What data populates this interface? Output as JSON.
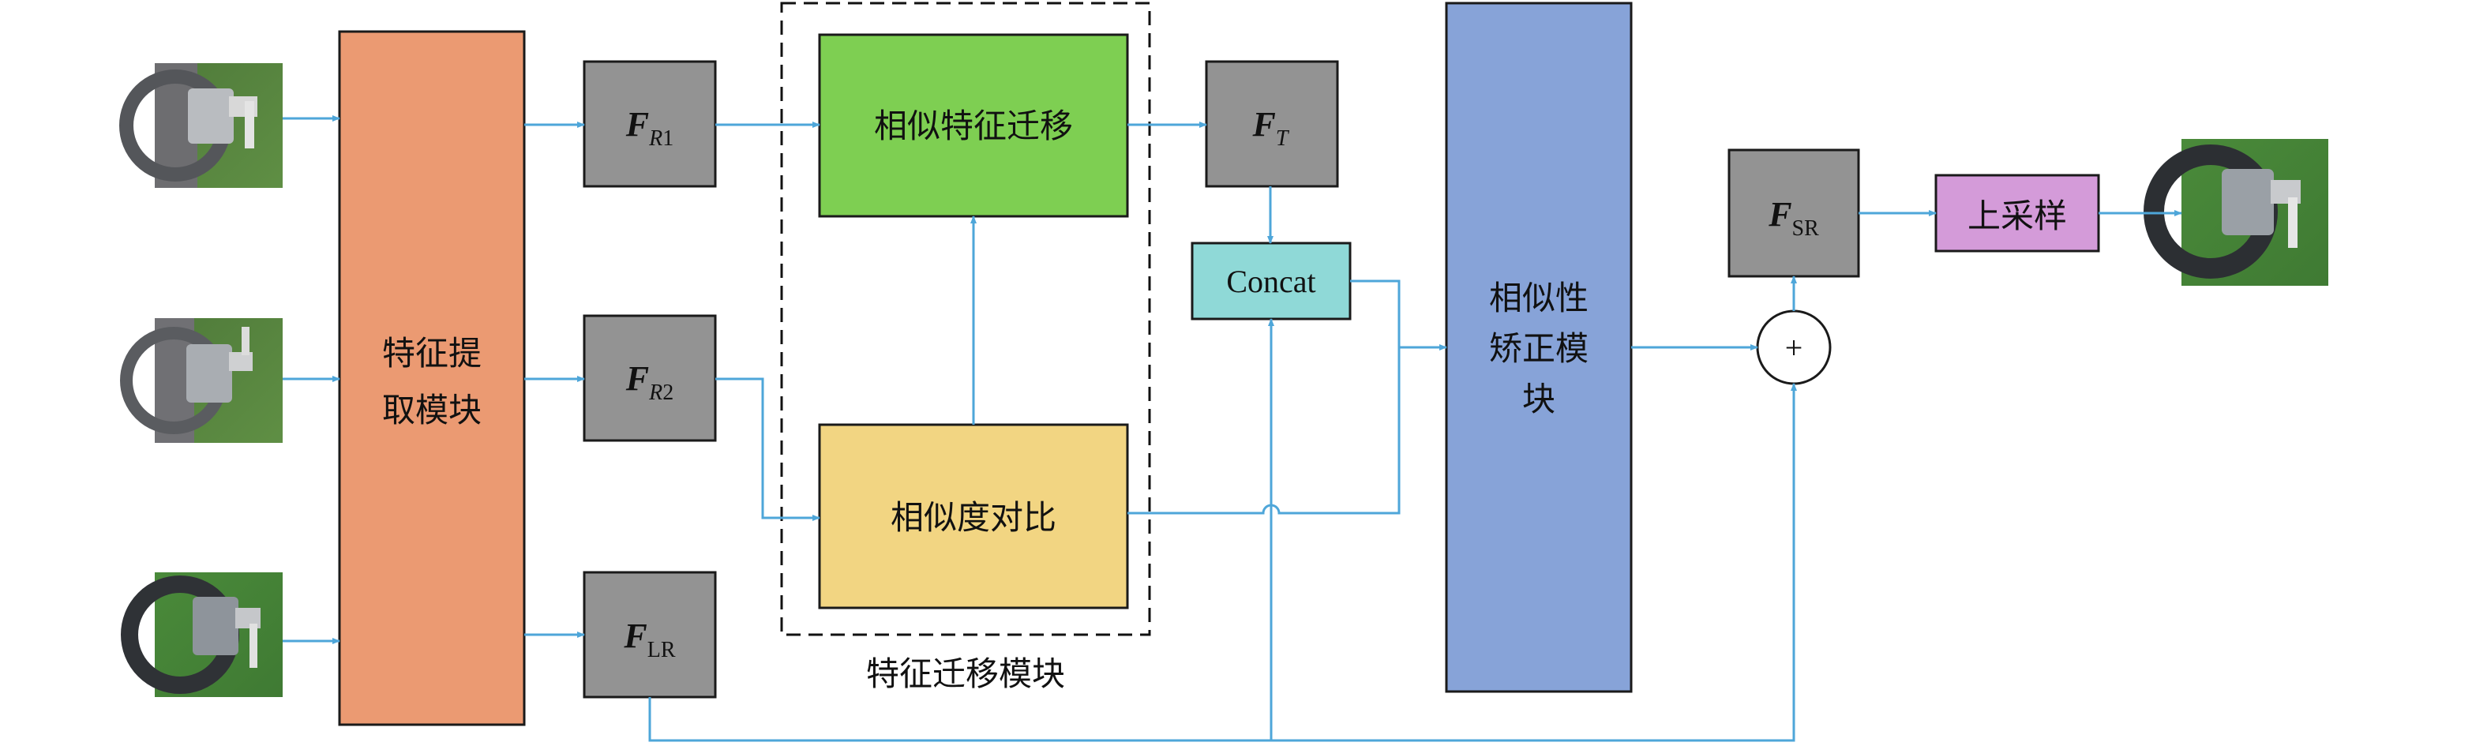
{
  "colors": {
    "arrow": "#4ea6d9",
    "feature_extract_fill": "#eb9a72",
    "feature_box_fill": "#939393",
    "similar_transfer_fill": "#7ecf52",
    "similarity_compare_fill": "#f2d582",
    "concat_fill": "#8fd9d7",
    "correction_fill": "#87a3d8",
    "upsample_fill": "#d49bd9",
    "dashed_border": "#111111"
  },
  "inputs": [
    {
      "icon": "reference-image-1"
    },
    {
      "icon": "reference-image-2"
    },
    {
      "icon": "low-resolution-image"
    }
  ],
  "output": {
    "icon": "super-resolution-image"
  },
  "blocks": {
    "feature_extract_line1": "特征提",
    "feature_extract_line2": "取模块",
    "similar_transfer": "相似特征迁移",
    "similarity_compare": "相似度对比",
    "concat": "Concat",
    "correction_line1": "相似性",
    "correction_line2": "矫正模",
    "correction_line3": "块",
    "upsample": "上采样",
    "plus": "+"
  },
  "features": {
    "fr1_main": "F",
    "fr1_sub": "R",
    "fr1_num": "1",
    "fr2_main": "F",
    "fr2_sub": "R",
    "fr2_num": "2",
    "flr_main": "F",
    "flr_sub": "LR",
    "ft_main": "F",
    "ft_sub": "T",
    "fsr_main": "F",
    "fsr_sub": "SR"
  },
  "group_label": "特征迁移模块"
}
